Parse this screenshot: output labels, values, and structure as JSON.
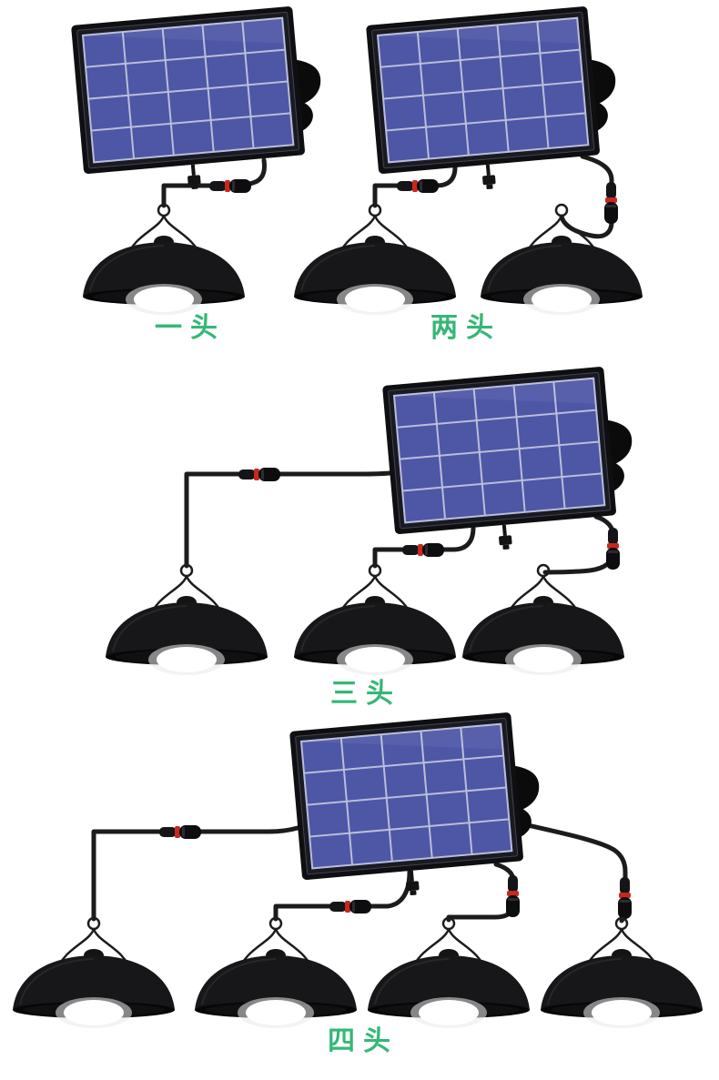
{
  "image": {
    "kind": "solar-pendant-light-variant-illustration",
    "background": "#ffffff"
  },
  "colors": {
    "label_green": "#36b777",
    "solar_cell_blue": "#4e56a6",
    "panel_grid_line": "#b9bed9",
    "panel_frame": "#0f0f12",
    "wire_black": "#1c1c1e",
    "connector_red": "#c8271d",
    "shade_black": "#17171a",
    "bulb_white": "#ffffff"
  },
  "sections": [
    {
      "id": "one-head",
      "label": "一头",
      "lamp_count": 1,
      "panel_count": 1
    },
    {
      "id": "two-heads",
      "label": "两头",
      "lamp_count": 2,
      "panel_count": 1
    },
    {
      "id": "three-heads",
      "label": "三头",
      "lamp_count": 3,
      "panel_count": 1
    },
    {
      "id": "four-heads",
      "label": "四头",
      "lamp_count": 4,
      "panel_count": 1
    }
  ]
}
